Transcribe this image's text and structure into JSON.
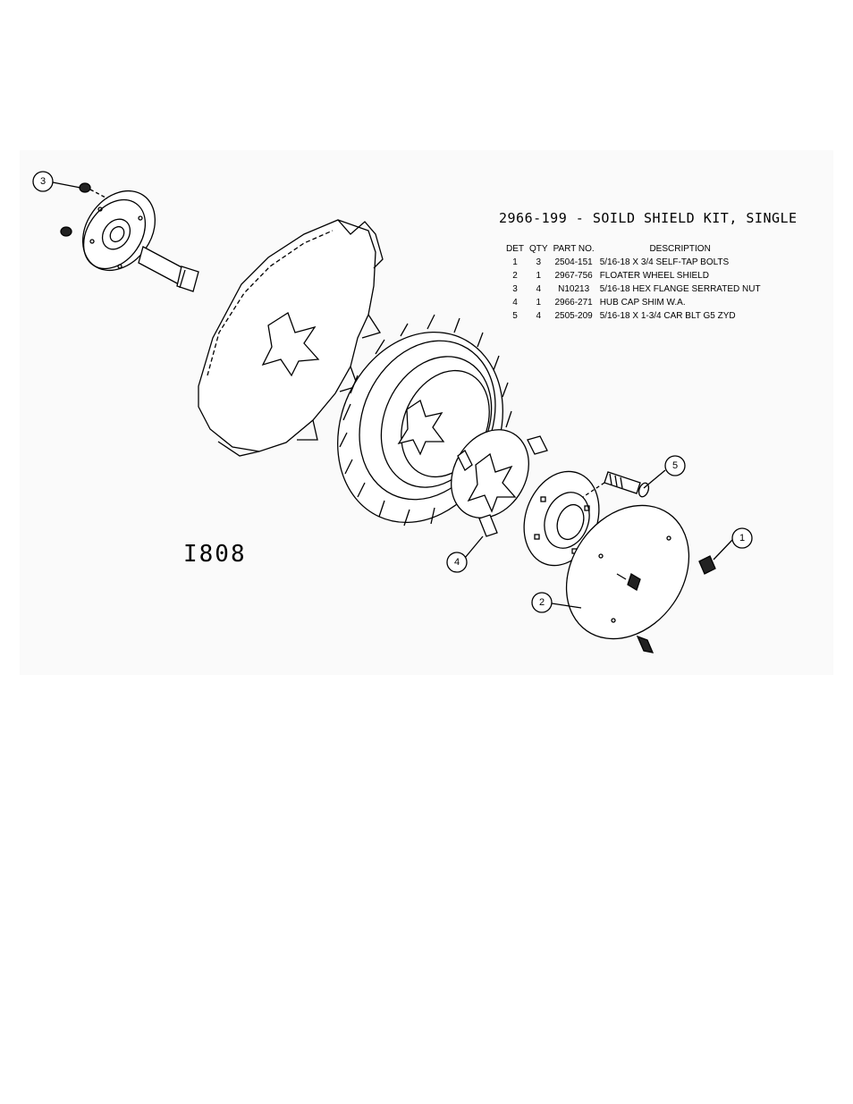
{
  "title": "2966-199 - SOILD SHIELD KIT, SINGLE",
  "sheet_id": "I808",
  "parts_table": {
    "headers": [
      "DET",
      "QTY",
      "PART NO.",
      "DESCRIPTION"
    ],
    "rows": [
      {
        "det": "1",
        "qty": "3",
        "part_no": "2504-151",
        "description": "5/16-18 X 3/4 SELF-TAP BOLTS"
      },
      {
        "det": "2",
        "qty": "1",
        "part_no": "2967-756",
        "description": "FLOATER WHEEL SHIELD"
      },
      {
        "det": "3",
        "qty": "4",
        "part_no": "N10213",
        "description": "5/16-18 HEX FLANGE SERRATED NUT"
      },
      {
        "det": "4",
        "qty": "1",
        "part_no": "2966-271",
        "description": "HUB CAP SHIM W.A."
      },
      {
        "det": "5",
        "qty": "4",
        "part_no": "2505-209",
        "description": "5/16-18 X 1-3/4 CAR BLT G5 ZYD"
      }
    ]
  },
  "callouts": [
    "3",
    "5",
    "1",
    "4",
    "2"
  ]
}
